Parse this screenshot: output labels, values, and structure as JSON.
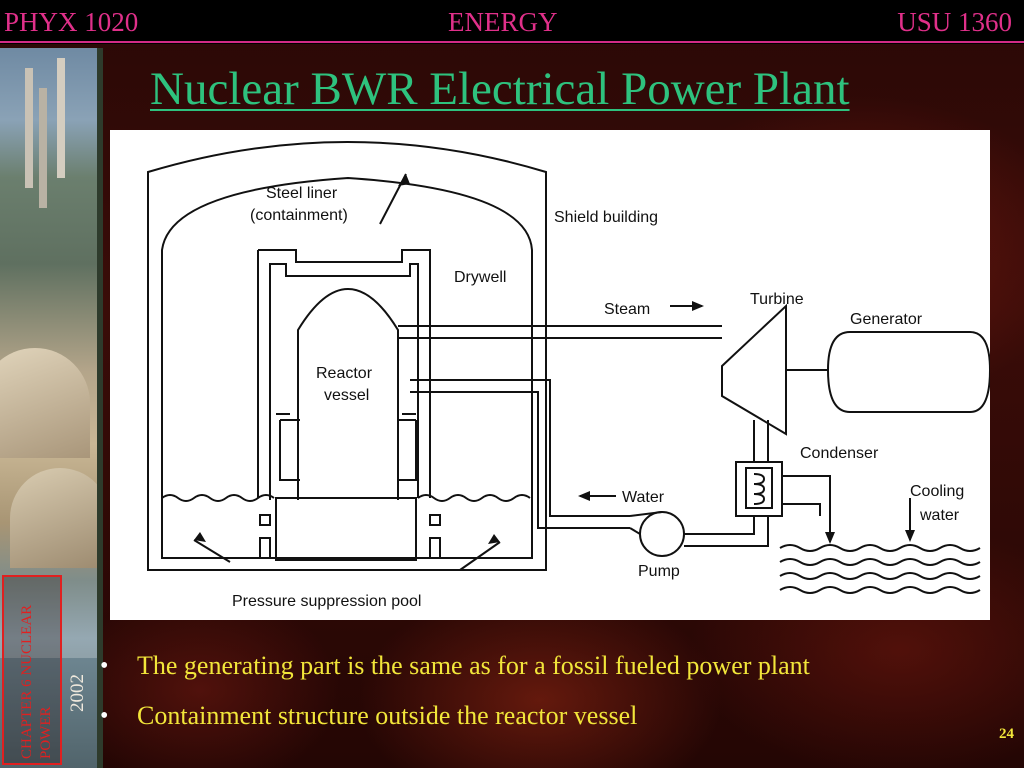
{
  "header": {
    "left": "PHYX 1020",
    "center": "ENERGY",
    "right": "USU 1360"
  },
  "slide": {
    "title": "Nuclear BWR Electrical Power Plant",
    "page_number": "24",
    "side_label": "CHAPTER 6 NUCLEAR POWER",
    "year": "2002"
  },
  "diagram": {
    "labels": {
      "steel_liner_1": "Steel liner",
      "steel_liner_2": "(containment)",
      "shield_building": "Shield building",
      "drywell": "Drywell",
      "steam": "Steam",
      "turbine": "Turbine",
      "generator": "Generator",
      "reactor_1": "Reactor",
      "reactor_2": "vessel",
      "condenser": "Condenser",
      "water": "Water",
      "cooling_1": "Cooling",
      "cooling_2": "water",
      "pump": "Pump",
      "pool": "Pressure suppression pool"
    }
  },
  "bullets": [
    "The generating part is the same as for a fossil fueled power plant",
    "Containment structure outside the reactor vessel"
  ],
  "colors": {
    "header_text": "#e0308a",
    "title": "#2ec27e",
    "bullet_text": "#f2e63a",
    "side_label": "#e02020"
  }
}
